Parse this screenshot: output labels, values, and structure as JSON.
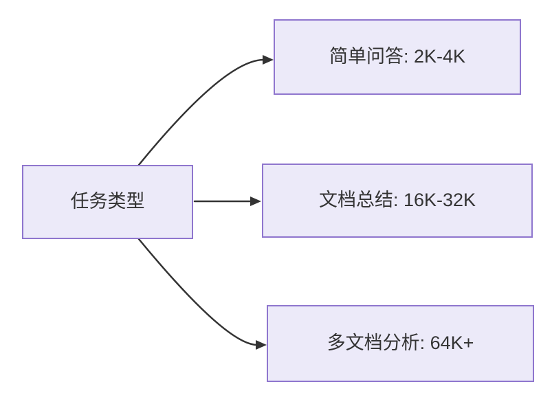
{
  "diagram": {
    "type": "flowchart",
    "direction": "left-to-right",
    "root": {
      "id": "task-type",
      "label": "任务类型"
    },
    "branches": [
      {
        "id": "simple-qa",
        "label": "简单问答: 2K-4K"
      },
      {
        "id": "doc-summary",
        "label": "文档总结: 16K-32K"
      },
      {
        "id": "multi-doc",
        "label": "多文档分析: 64K+"
      }
    ],
    "colors": {
      "node_fill": "#ECEAF9",
      "node_border": "#8F76CE",
      "edge": "#333333",
      "label": "#333333",
      "background": "#FFFFFF"
    }
  }
}
